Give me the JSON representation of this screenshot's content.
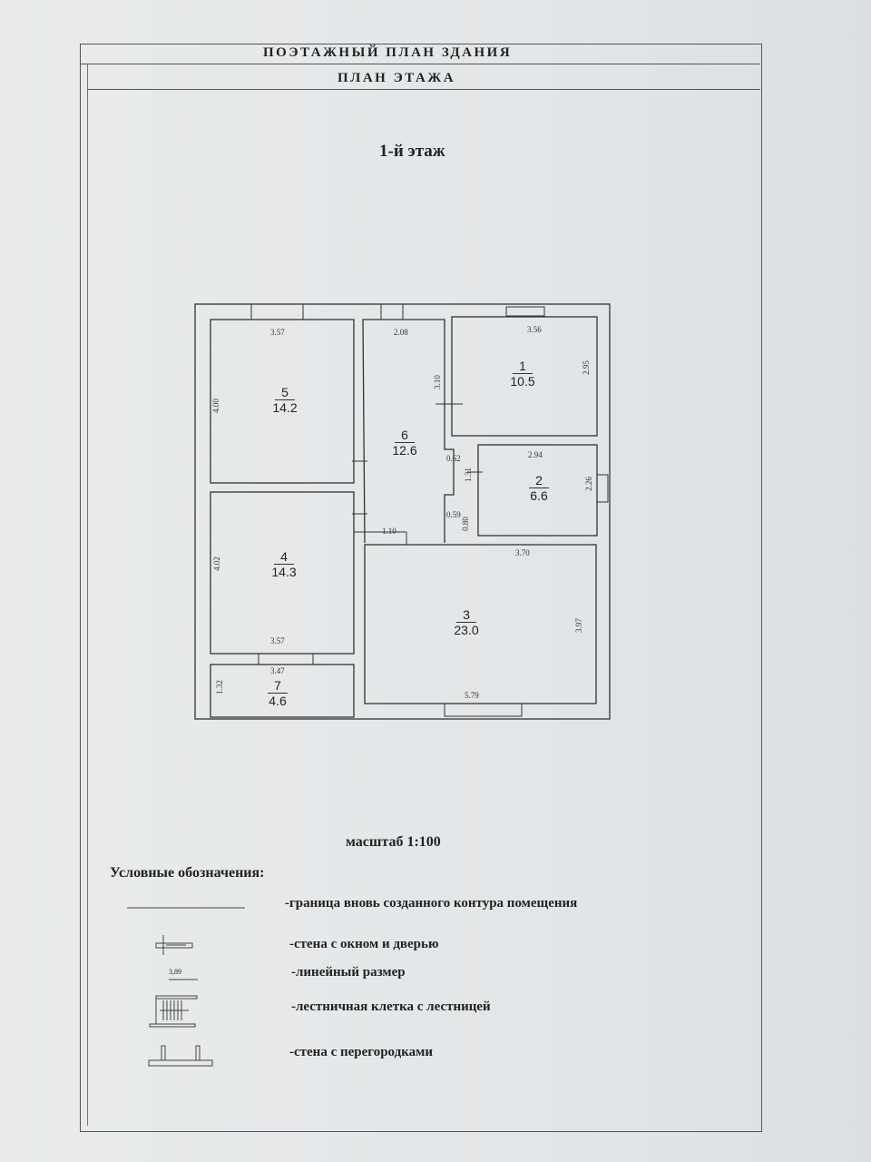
{
  "header": {
    "title": "ПОЭТАЖНЫЙ ПЛАН ЗДАНИЯ",
    "subtitle": "ПЛАН ЭТАЖА"
  },
  "floor_label": "1-й этаж",
  "rooms": [
    {
      "number": "1",
      "area": "10.5"
    },
    {
      "number": "2",
      "area": "6.6"
    },
    {
      "number": "3",
      "area": "23.0"
    },
    {
      "number": "4",
      "area": "14.3"
    },
    {
      "number": "5",
      "area": "14.2"
    },
    {
      "number": "6",
      "area": "12.6"
    },
    {
      "number": "7",
      "area": "4.6"
    }
  ],
  "dimensions": [
    "3.57",
    "4.00",
    "2.08",
    "3.10",
    "3.56",
    "2.95",
    "0.62",
    "1.31",
    "2.94",
    "2.26",
    "0.59",
    "0.80",
    "1.10",
    "3.70",
    "4.02",
    "3.57",
    "3.97",
    "3.47",
    "1.32",
    "5.79"
  ],
  "scale": "масштаб 1:100",
  "legend": {
    "title": "Условные обозначения:",
    "sample_dimension": "3,89",
    "items": [
      "-граница вновь созданного контура помещения",
      "-стена с окном и дверью",
      "-линейный размер",
      "-лестничная клетка с лестницей",
      "-стена с перегородками"
    ]
  }
}
